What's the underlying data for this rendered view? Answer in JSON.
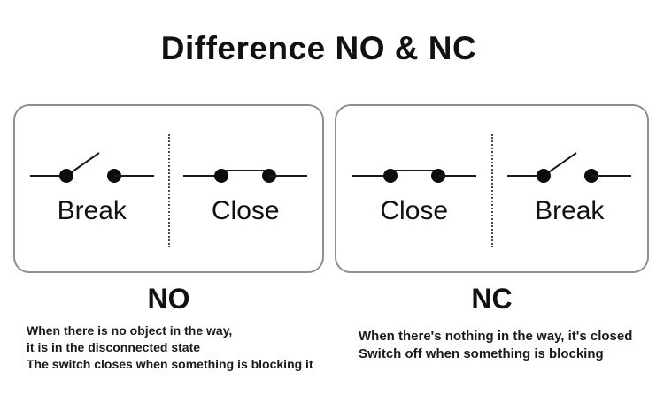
{
  "title": "Difference NO & NC",
  "panels": [
    {
      "id": "no",
      "heading": "NO",
      "switches": [
        {
          "state": "open",
          "label": "Break"
        },
        {
          "state": "closed",
          "label": "Close"
        }
      ],
      "description_lines": [
        "When there is no object in the way,",
        "it is in the disconnected state",
        "The switch closes when something is blocking it"
      ]
    },
    {
      "id": "nc",
      "heading": "NC",
      "switches": [
        {
          "state": "closed",
          "label": "Close"
        },
        {
          "state": "open",
          "label": "Break"
        }
      ],
      "description_lines": [
        "When there's nothing in the way, it's closed",
        "Switch off when something is blocking"
      ]
    }
  ],
  "colors": {
    "ink": "#111111",
    "panel_border": "#8f8f8f",
    "background": "#ffffff"
  }
}
